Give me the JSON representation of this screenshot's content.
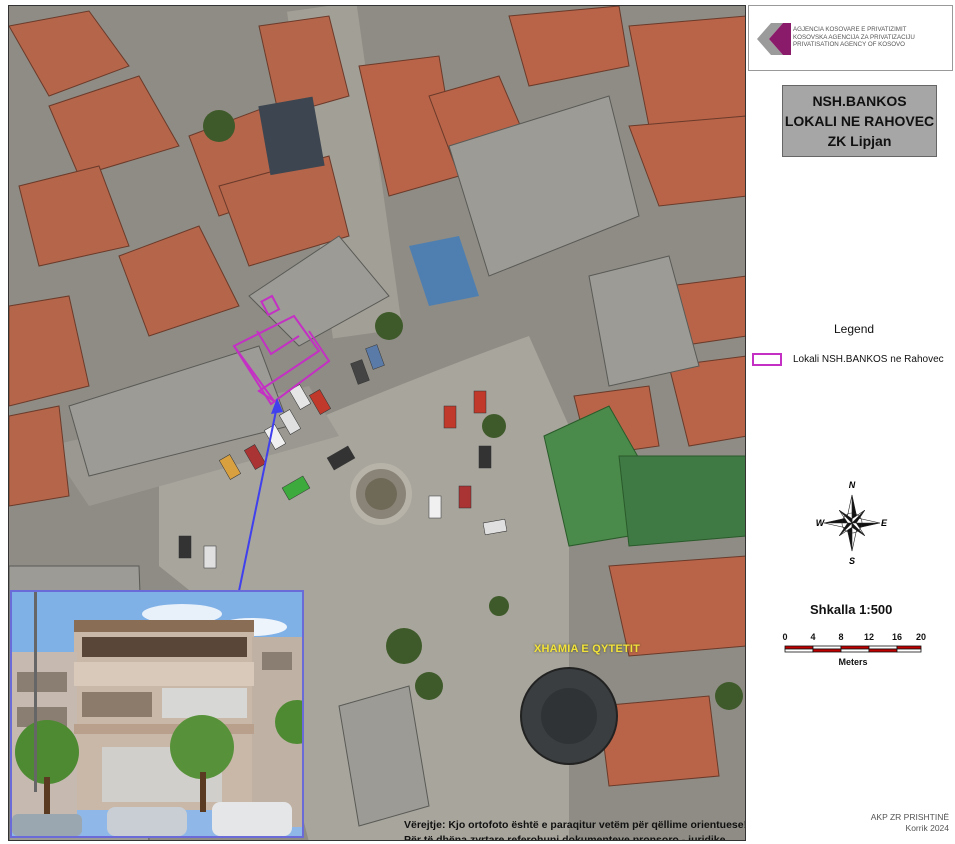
{
  "map": {
    "landmark_label": "XHAMIA E QYTETIT",
    "disclaimer": {
      "line1": "Vërejtje:  Kjo ortofoto është e paraqitur vetëm për qëllime orientuese!",
      "line2": "Për të dhëna zyrtare referohuni dokumenteve pronsoro - juridike."
    },
    "highlight_color": "#c430c4",
    "arrow_color": "#4040ee"
  },
  "logo": {
    "lines": [
      "AGJENCIA KOSOVARE E PRIVATIZIMIT",
      "KOSOVSKA AGENCIJA ZA PRIVATIZACIJU",
      "PRIVATISATION AGENCY OF KOSOVO"
    ],
    "colors": [
      "#8a1a6a",
      "#9b9b9b"
    ]
  },
  "title": {
    "line1": "NSH.BANKOS",
    "line2": "LOKALI NE RAHOVEC",
    "line3": "ZK Lipjan"
  },
  "legend": {
    "title": "Legend",
    "items": [
      {
        "label": "Lokali NSH.BANKOS ne Rahovec",
        "color": "#c430c4"
      }
    ]
  },
  "compass": {
    "n": "N",
    "s": "S",
    "e": "E",
    "w": "W"
  },
  "scale": {
    "title": "Shkalla 1:500",
    "ticks": [
      "0",
      "4",
      "8",
      "12",
      "16",
      "20"
    ],
    "unit": "Meters",
    "color": "#c00000"
  },
  "footer": {
    "line1": "AKP ZR PRISHTINË",
    "line2": "Korrik 2024"
  }
}
